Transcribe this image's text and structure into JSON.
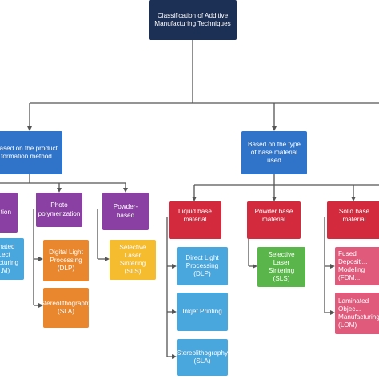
{
  "root": "Classification of Additive Manufacturing Techniques",
  "left_branch": {
    "title": "Based on the product formation method",
    "children": [
      {
        "label": "...tion",
        "items": [
          "...inated ...ect ...facturing ...M)"
        ]
      },
      {
        "label": "Photo polymerization",
        "items": [
          "Digital Light Processing (DLP)",
          "Stereolithography (SLA)"
        ]
      },
      {
        "label": "Powder-based",
        "items": [
          "Selective Laser Sintering (SLS)"
        ]
      }
    ]
  },
  "right_branch": {
    "title": "Based on the type of base material used",
    "children": [
      {
        "label": "Liquid base material",
        "items": [
          "Direct Light Processing (DLP)",
          "Inkjet Printing",
          "Stereolithography (SLA)"
        ]
      },
      {
        "label": "Powder base material",
        "items": [
          "Selective Laser Sintering (SLS)"
        ]
      },
      {
        "label": "Solid base material",
        "items": [
          "Fused Depositi... Modeling (FDM...",
          "Laminated Objec... Manufacturing (LOM)"
        ]
      }
    ]
  },
  "colors": {
    "root": "#1c2f55",
    "branch": "#2f74c9",
    "left_category": "#8a3fa2",
    "right_category": "#d42a3d",
    "connector": "#555555"
  }
}
